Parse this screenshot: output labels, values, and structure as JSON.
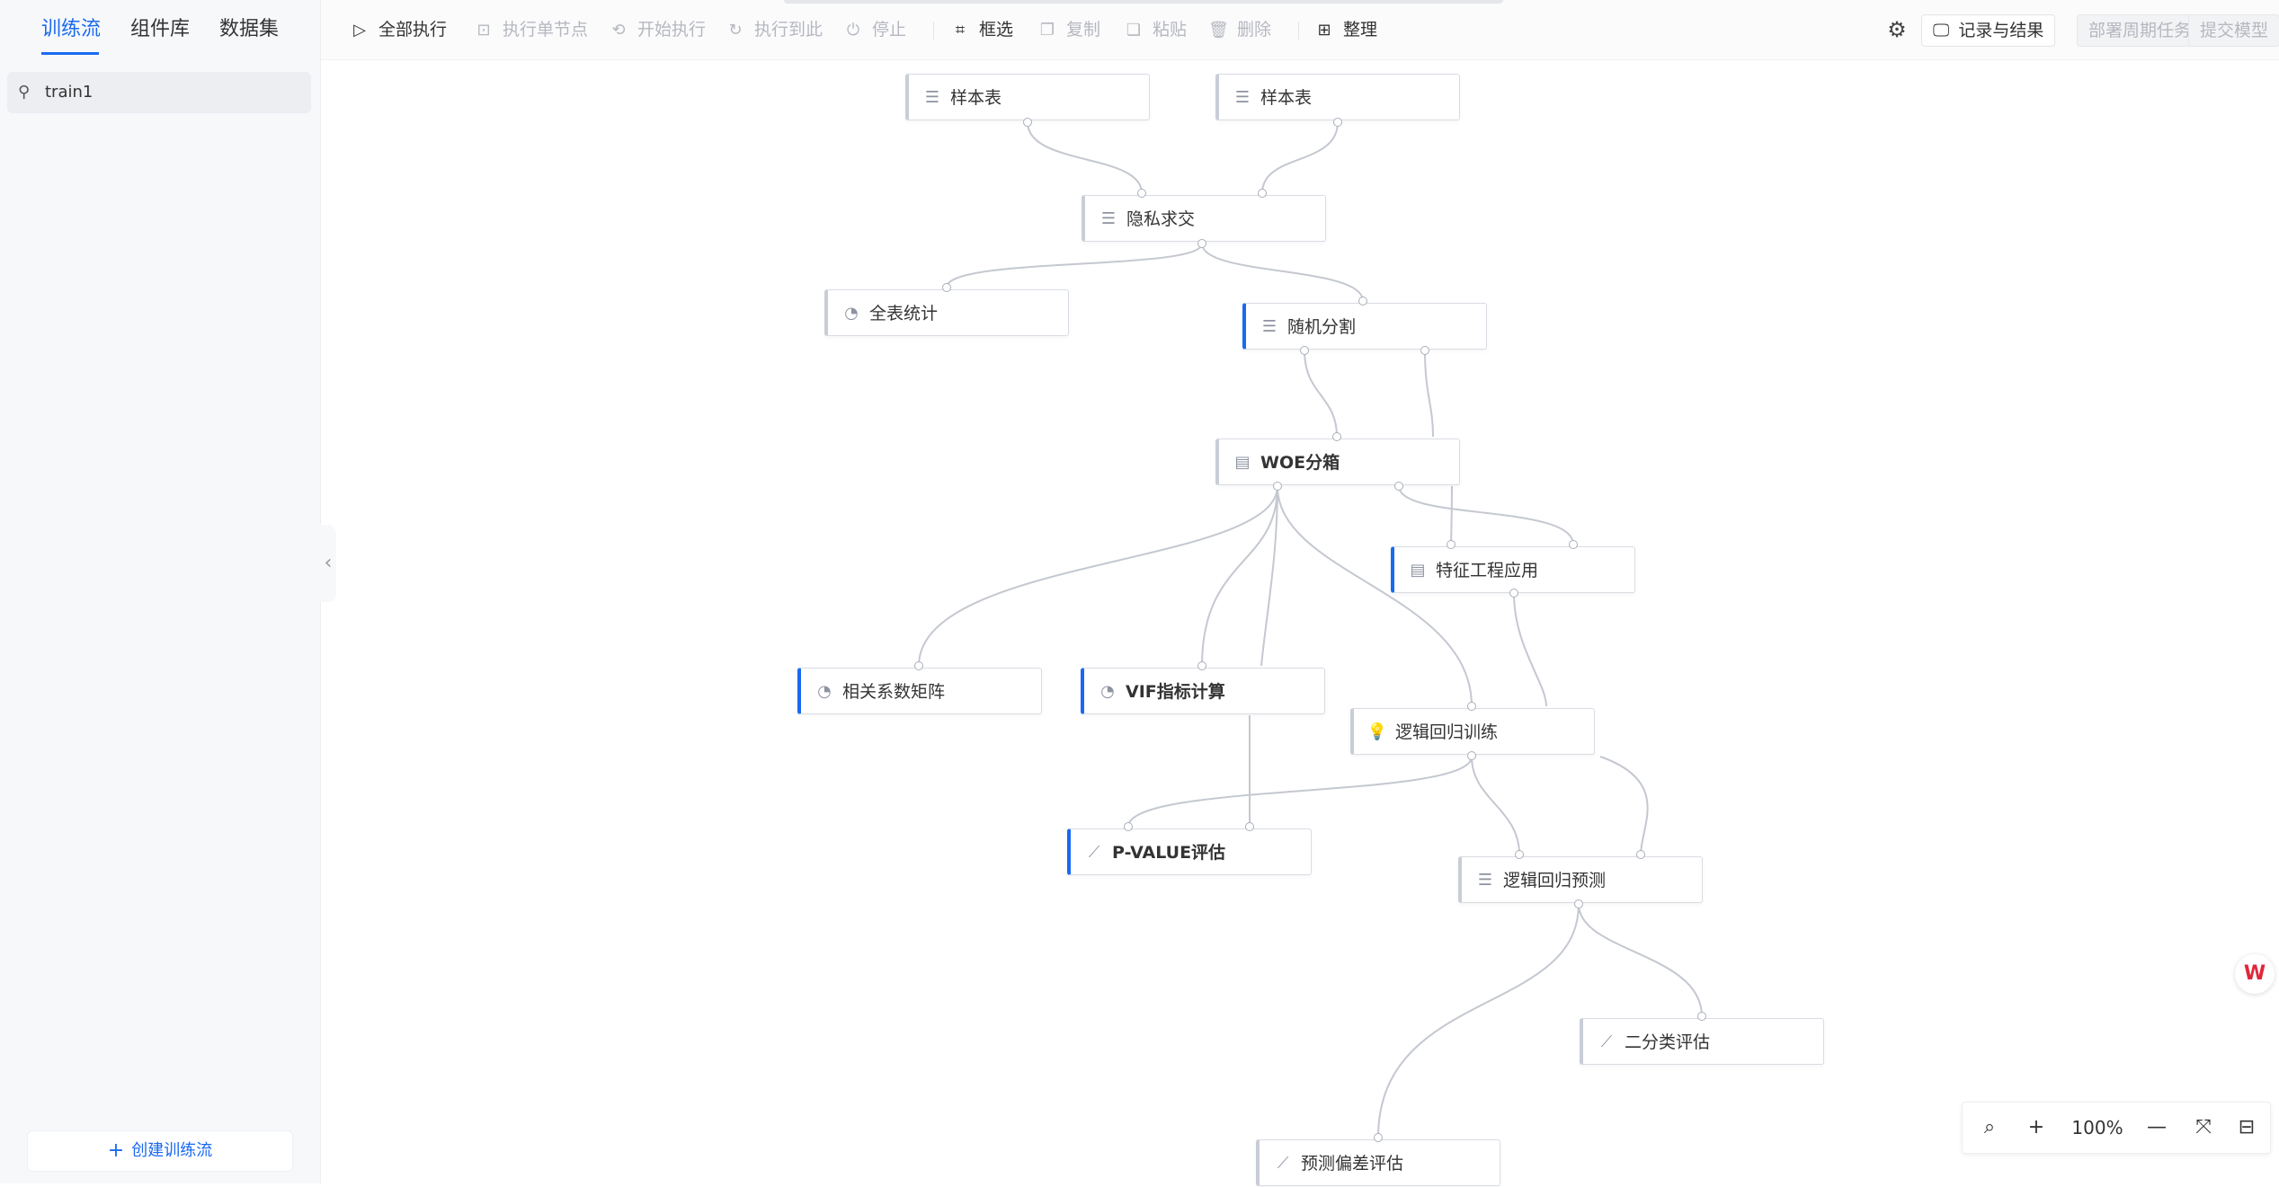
{
  "sidebar": {
    "tabs": [
      {
        "label": "训练流",
        "active": true
      },
      {
        "label": "组件库",
        "active": false
      },
      {
        "label": "数据集",
        "active": false
      }
    ],
    "flows": [
      {
        "label": "train1",
        "icon": "link-icon"
      }
    ],
    "create_label": "创建训练流"
  },
  "toolbar": {
    "run_all": "全部执行",
    "run_single": "执行单节点",
    "start_run": "开始执行",
    "run_to_here": "执行到此",
    "stop": "停止",
    "box_select": "框选",
    "copy": "复制",
    "paste": "粘贴",
    "delete": "删除",
    "arrange": "整理",
    "records": "记录与结果",
    "deploy": "部署周期任务",
    "submit": "提交模型"
  },
  "nodes": {
    "sample1": {
      "label": "样本表",
      "icon": "table-icon"
    },
    "sample2": {
      "label": "样本表",
      "icon": "table-icon"
    },
    "psi": {
      "label": "隐私求交",
      "icon": "table-icon"
    },
    "stats": {
      "label": "全表统计",
      "icon": "pie-icon"
    },
    "split": {
      "label": "随机分割",
      "icon": "table-icon"
    },
    "woe": {
      "label": "WOE分箱",
      "icon": "feature-icon"
    },
    "feature_apply": {
      "label": "特征工程应用",
      "icon": "feature-icon"
    },
    "corr": {
      "label": "相关系数矩阵",
      "icon": "pie-icon"
    },
    "vif": {
      "label": "VIF指标计算",
      "icon": "pie-icon"
    },
    "lr_train": {
      "label": "逻辑回归训练",
      "icon": "bulb-icon"
    },
    "pvalue": {
      "label": "P-VALUE评估",
      "icon": "chart-icon"
    },
    "lr_predict": {
      "label": "逻辑回归预测",
      "icon": "table-icon"
    },
    "binary_eval": {
      "label": "二分类评估",
      "icon": "chart-icon"
    },
    "bias_eval": {
      "label": "预测偏差评估",
      "icon": "chart-icon"
    }
  },
  "zoom": {
    "level": "100%"
  },
  "colors": {
    "accent": "#1a6af0",
    "edge": "#c4c8d0"
  }
}
